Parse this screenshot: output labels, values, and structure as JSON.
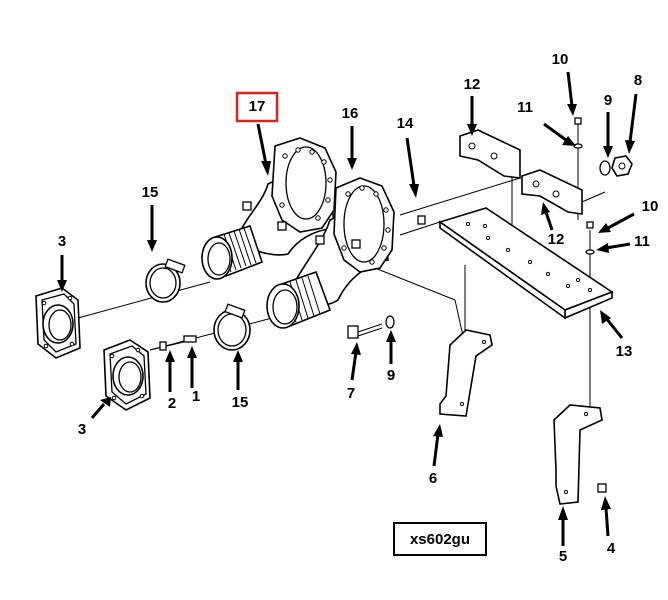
{
  "figure_id": "xs602gu",
  "highlight_color": "#e0201e",
  "callouts": [
    {
      "key": "c17",
      "text": "17",
      "highlighted": true
    },
    {
      "key": "c16",
      "text": "16"
    },
    {
      "key": "c15a",
      "text": "15"
    },
    {
      "key": "c15b",
      "text": "15"
    },
    {
      "key": "c14",
      "text": "14"
    },
    {
      "key": "c13",
      "text": "13"
    },
    {
      "key": "c12a",
      "text": "12"
    },
    {
      "key": "c12b",
      "text": "12"
    },
    {
      "key": "c11a",
      "text": "11"
    },
    {
      "key": "c11b",
      "text": "11"
    },
    {
      "key": "c10a",
      "text": "10"
    },
    {
      "key": "c10b",
      "text": "10"
    },
    {
      "key": "c9a",
      "text": "9"
    },
    {
      "key": "c9b",
      "text": "9"
    },
    {
      "key": "c8",
      "text": "8"
    },
    {
      "key": "c7",
      "text": "7"
    },
    {
      "key": "c6",
      "text": "6"
    },
    {
      "key": "c5",
      "text": "5"
    },
    {
      "key": "c4",
      "text": "4"
    },
    {
      "key": "c3a",
      "text": "3"
    },
    {
      "key": "c3b",
      "text": "3"
    },
    {
      "key": "c2",
      "text": "2"
    },
    {
      "key": "c1",
      "text": "1"
    }
  ]
}
